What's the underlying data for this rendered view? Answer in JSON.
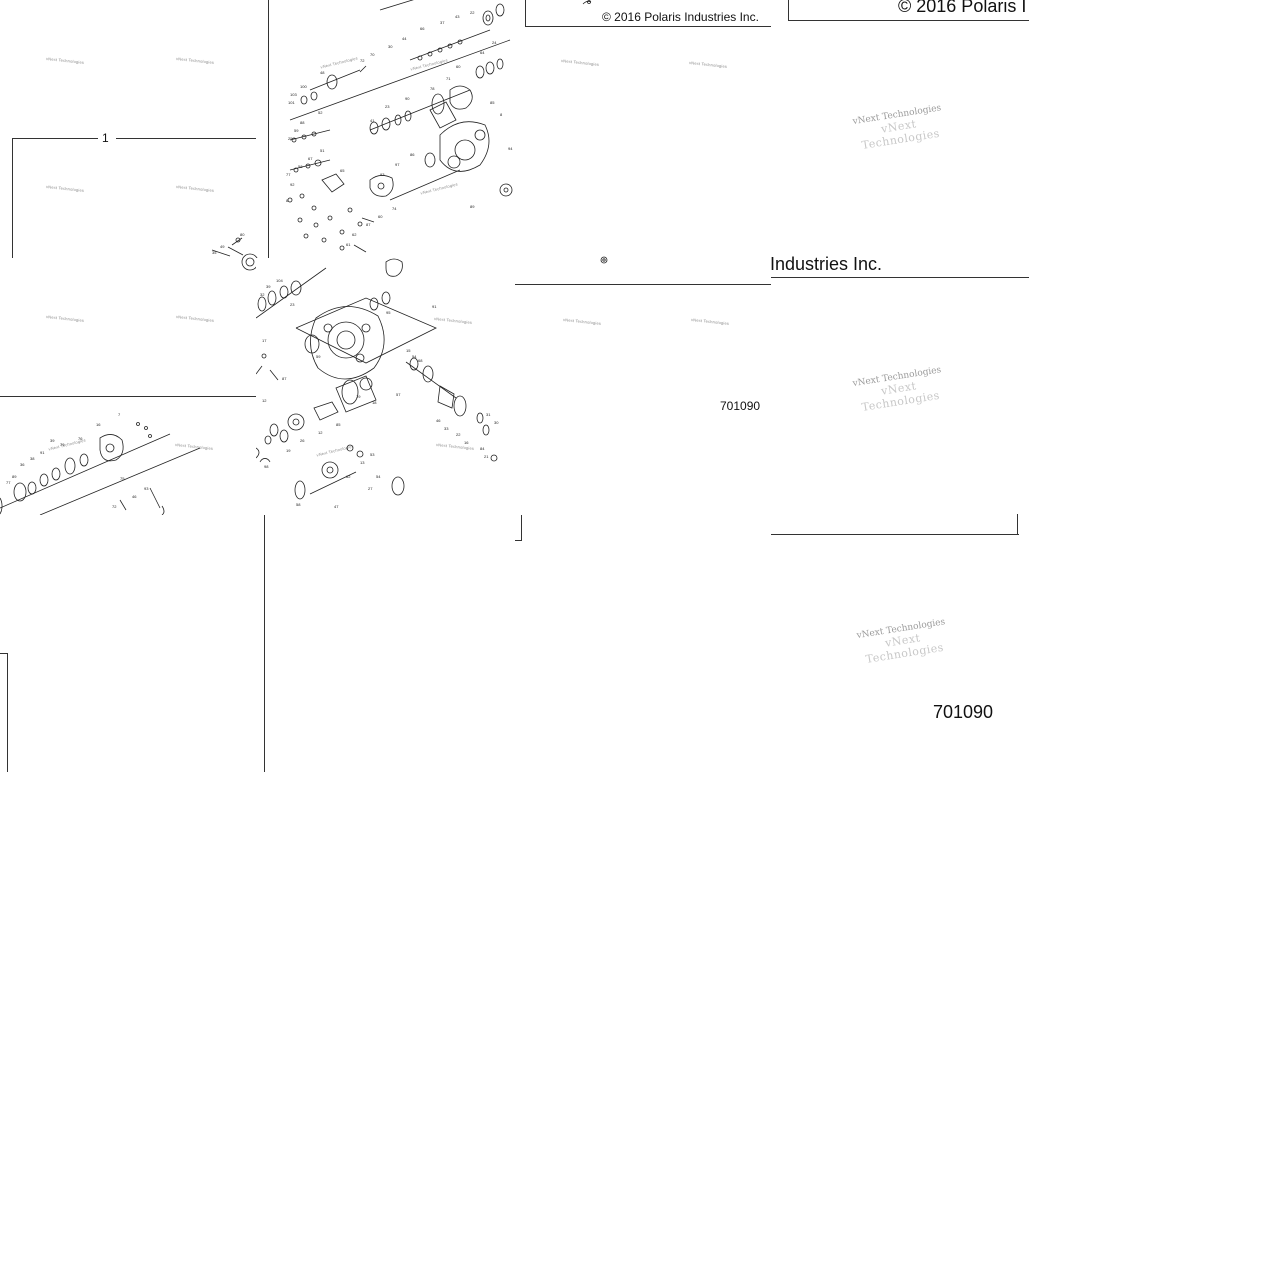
{
  "tiles": {
    "top_left": {
      "callout": "1"
    },
    "top_center": {
      "copyright": "© 2016 Polaris Industries Inc."
    },
    "top_right": {
      "copyright_cut": "© 2016 Polaris I"
    },
    "mid_center": {
      "part_number": "701090"
    },
    "mid_right": {
      "copyright_cut": "Industries Inc."
    },
    "bottom_right": {
      "part_number": "701090"
    }
  },
  "watermark": {
    "small": "vNext Technologies",
    "line1": "vNext Technologies",
    "line2": "vNext Technologies"
  },
  "colors": {
    "line": "#333333",
    "watermark": "#9a9a9a",
    "background": "#ffffff"
  }
}
